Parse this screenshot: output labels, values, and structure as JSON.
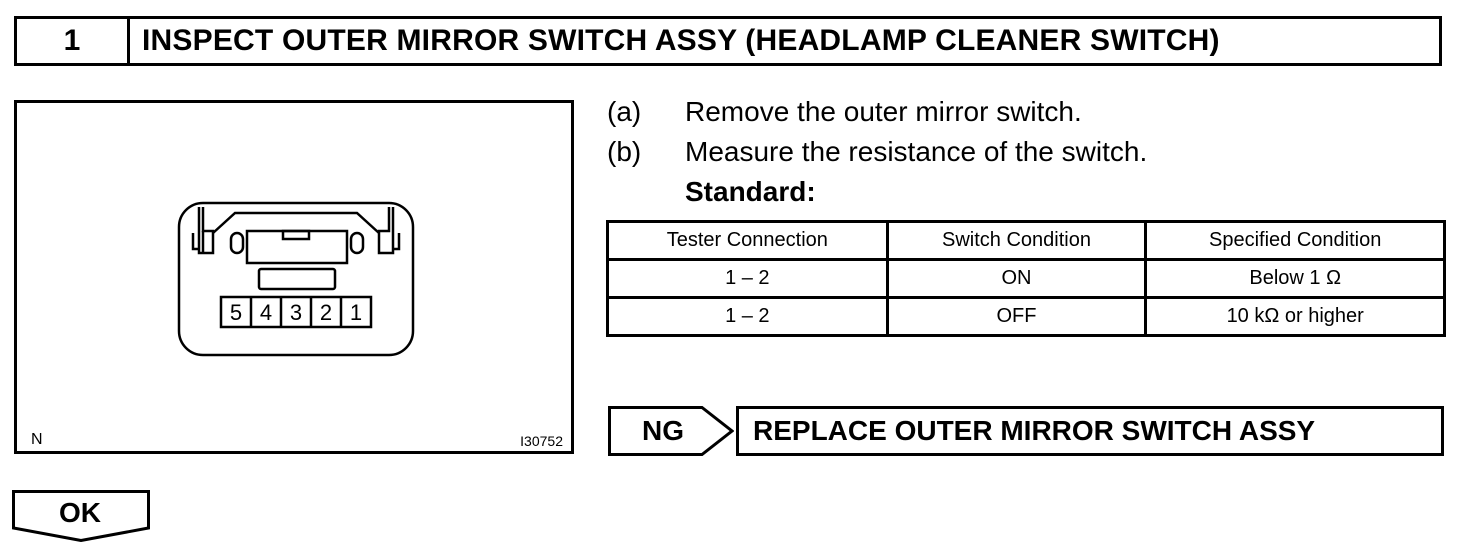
{
  "header": {
    "step_number": "1",
    "title": "INSPECT OUTER MIRROR SWITCH ASSY (HEADLAMP CLEANER SWITCH)"
  },
  "figure": {
    "corner_label": "N",
    "figure_id": "I30752",
    "pins": [
      "5",
      "4",
      "3",
      "2",
      "1"
    ]
  },
  "steps": [
    {
      "label": "(a)",
      "text": "Remove the outer mirror switch."
    },
    {
      "label": "(b)",
      "text": "Measure the resistance of the switch."
    }
  ],
  "standard_label": "Standard:",
  "table": {
    "headers": [
      "Tester Connection",
      "Switch Condition",
      "Specified Condition"
    ],
    "rows": [
      [
        "1 – 2",
        "ON",
        "Below 1 Ω"
      ],
      [
        "1 – 2",
        "OFF",
        "10 kΩ or higher"
      ]
    ]
  },
  "ng": {
    "label": "NG",
    "action": "REPLACE OUTER MIRROR SWITCH ASSY"
  },
  "ok": {
    "label": "OK"
  }
}
